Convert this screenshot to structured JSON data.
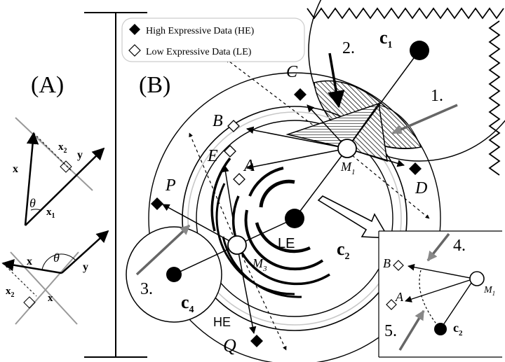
{
  "legend": {
    "items": [
      {
        "label": "High Expressive Data (HE)",
        "marker": "filled-diamond"
      },
      {
        "label": "Low Expressive Data (LE)",
        "marker": "hollow-diamond"
      }
    ]
  },
  "panel_a": {
    "title": "(A)",
    "top": {
      "x": "x",
      "y": "y",
      "x1": "x",
      "x1_sub": "1",
      "x2": "x",
      "x2_sub": "2",
      "theta": "θ"
    },
    "bottom": {
      "x": "x",
      "y": "y",
      "x_proj": "x",
      "x2": "x",
      "x2_sub": "2",
      "theta": "θ"
    }
  },
  "panel_b": {
    "title": "(B)",
    "centers": {
      "c1": {
        "text": "c",
        "sub": "1"
      },
      "c2": {
        "text": "c",
        "sub": "2"
      },
      "c4": {
        "text": "c",
        "sub": "4"
      }
    },
    "points": {
      "M1": {
        "text": "M",
        "sub": "1"
      },
      "M3": {
        "text": "M",
        "sub": "3"
      }
    },
    "data_labels": {
      "A": "A",
      "B": "B",
      "C": "C",
      "D": "D",
      "E": "E",
      "P": "P",
      "Q": "Q"
    },
    "steps": {
      "s1": "1.",
      "s2": "2.",
      "s3": "3.",
      "s4": "4.",
      "s5": "5."
    },
    "region_labels": {
      "le": "LE",
      "he": "HE"
    }
  },
  "inset": {
    "B": "B",
    "A": "A",
    "M1": {
      "text": "M",
      "sub": "1"
    },
    "c2": {
      "text": "c",
      "sub": "2"
    }
  },
  "colors": {
    "ink": "#000000",
    "gray": "#888888",
    "light_gray": "#c8c8c8",
    "hatch_fill": "#d9d9d9"
  }
}
